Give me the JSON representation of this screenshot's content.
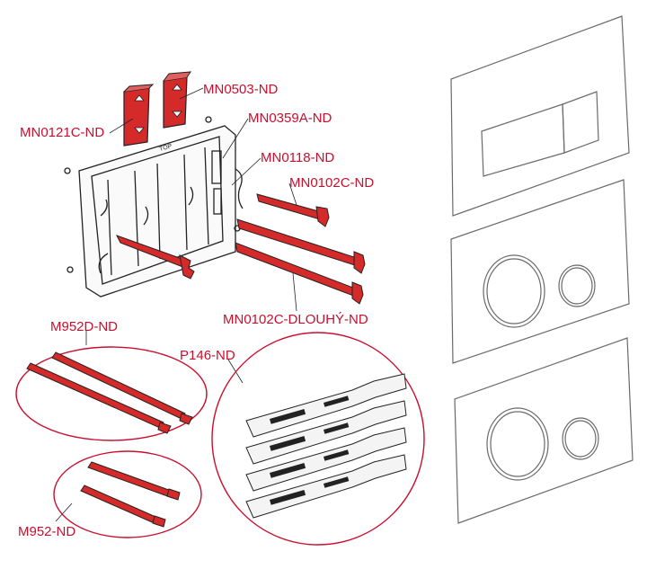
{
  "labels": {
    "mn0503": "MN0503-ND",
    "mn0121c": "MN0121C-ND",
    "mn0359a": "MN0359A-ND",
    "mn0118": "MN0118-ND",
    "mn0102c": "MN0102C-ND",
    "mn0102c_dlouhy": "MN0102C-DLOUHÝ-ND",
    "m952d": "M952D-ND",
    "p146": "P146-ND",
    "m952": "M952-ND"
  },
  "frame_marking": "TOP",
  "colors": {
    "accent": "#c8102e",
    "part_fill": "#d42a2a",
    "line": "#222222",
    "plate_line": "#6a6a6a"
  }
}
